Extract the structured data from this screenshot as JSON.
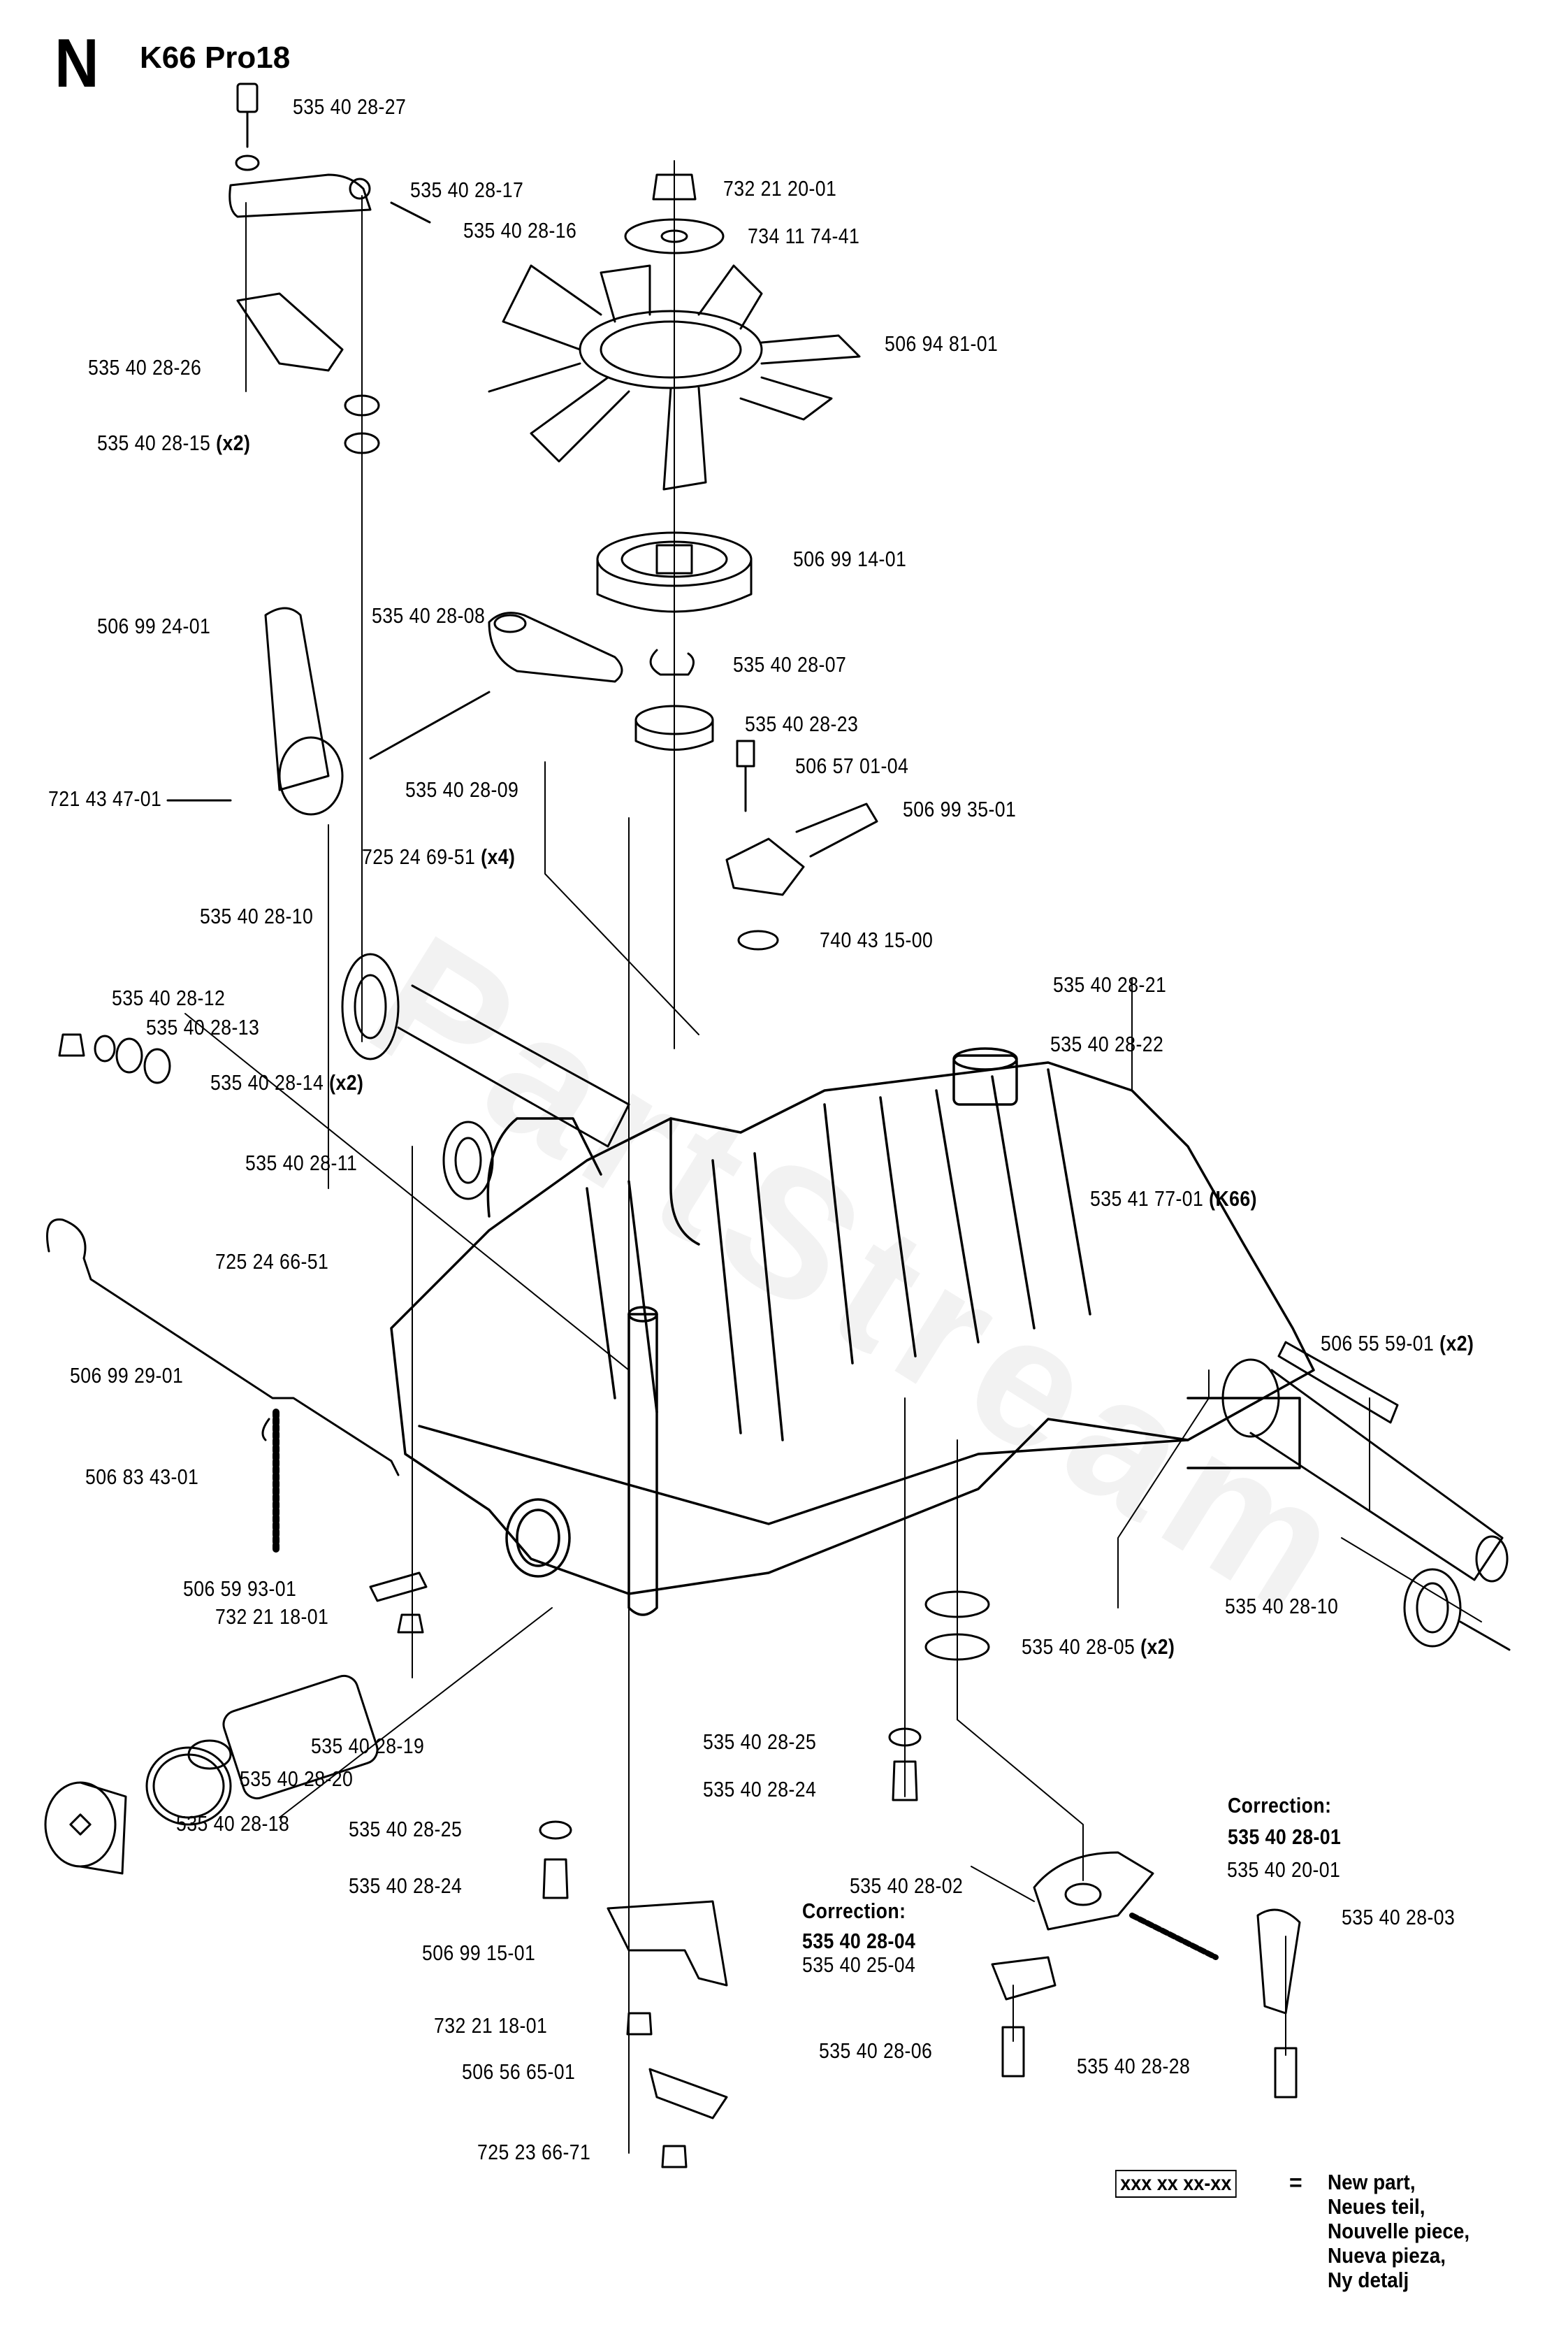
{
  "header": {
    "section_letter": "N",
    "model": "K66 Pro18"
  },
  "watermark": {
    "text": "PartStream",
    "color": "#f2f2f2"
  },
  "labels": [
    {
      "id": "p-27",
      "text": "535 40 28-27",
      "suffix": ""
    },
    {
      "id": "p-17",
      "text": "535 40 28-17",
      "suffix": ""
    },
    {
      "id": "p-16",
      "text": "535 40 28-16",
      "suffix": ""
    },
    {
      "id": "p-26",
      "text": "535 40 28-26",
      "suffix": ""
    },
    {
      "id": "p-15",
      "text": "535 40 28-15",
      "suffix": "(x2)"
    },
    {
      "id": "nut-top",
      "text": "732 21 20-01",
      "suffix": ""
    },
    {
      "id": "washer-top",
      "text": "734 11 74-41",
      "suffix": ""
    },
    {
      "id": "fan",
      "text": "506 94 81-01",
      "suffix": ""
    },
    {
      "id": "pulley",
      "text": "506 99 14-01",
      "suffix": ""
    },
    {
      "id": "p-08",
      "text": "535 40 28-08",
      "suffix": ""
    },
    {
      "id": "arm",
      "text": "506 99 24-01",
      "suffix": ""
    },
    {
      "id": "p-07",
      "text": "535 40 28-07",
      "suffix": ""
    },
    {
      "id": "p-23",
      "text": "535 40 28-23",
      "suffix": ""
    },
    {
      "id": "bolt-57",
      "text": "506 57 01-04",
      "suffix": ""
    },
    {
      "id": "p-09",
      "text": "535 40 28-09",
      "suffix": ""
    },
    {
      "id": "pin-721",
      "text": "721 43 47-01",
      "suffix": ""
    },
    {
      "id": "bracket-35",
      "text": "506 99 35-01",
      "suffix": ""
    },
    {
      "id": "bolt-69",
      "text": "725 24 69-51",
      "suffix": "(x4)"
    },
    {
      "id": "p-10a",
      "text": "535 40 28-10",
      "suffix": ""
    },
    {
      "id": "washer-740",
      "text": "740 43 15-00",
      "suffix": ""
    },
    {
      "id": "p-21",
      "text": "535 40 28-21",
      "suffix": ""
    },
    {
      "id": "p-12",
      "text": "535 40 28-12",
      "suffix": ""
    },
    {
      "id": "p-13",
      "text": "535 40 28-13",
      "suffix": ""
    },
    {
      "id": "p-22",
      "text": "535 40 28-22",
      "suffix": ""
    },
    {
      "id": "p-14",
      "text": "535 40 28-14",
      "suffix": "(x2)"
    },
    {
      "id": "housing",
      "text": "535 41 77-01",
      "suffix": "(K66)"
    },
    {
      "id": "p-11",
      "text": "535 40 28-11",
      "suffix": ""
    },
    {
      "id": "bolt-66",
      "text": "725 24 66-51",
      "suffix": ""
    },
    {
      "id": "key",
      "text": "506 55 59-01",
      "suffix": "(x2)"
    },
    {
      "id": "rod",
      "text": "506 99 29-01",
      "suffix": ""
    },
    {
      "id": "spring",
      "text": "506 83 43-01",
      "suffix": ""
    },
    {
      "id": "plate-59",
      "text": "506 59 93-01",
      "suffix": ""
    },
    {
      "id": "p-10b",
      "text": "535 40 28-10",
      "suffix": ""
    },
    {
      "id": "nut-18a",
      "text": "732 21 18-01",
      "suffix": ""
    },
    {
      "id": "p-05",
      "text": "535 40 28-05",
      "suffix": "(x2)"
    },
    {
      "id": "p-25r",
      "text": "535 40 28-25",
      "suffix": ""
    },
    {
      "id": "p-19",
      "text": "535 40 28-19",
      "suffix": ""
    },
    {
      "id": "p-20",
      "text": "535 40 28-20",
      "suffix": ""
    },
    {
      "id": "p-24r",
      "text": "535 40 28-24",
      "suffix": ""
    },
    {
      "id": "p-18",
      "text": "535 40 28-18",
      "suffix": ""
    },
    {
      "id": "p-25l",
      "text": "535 40 28-25",
      "suffix": ""
    },
    {
      "id": "spring-20",
      "text": "535 40 20-01",
      "suffix": ""
    },
    {
      "id": "p-24l",
      "text": "535 40 28-24",
      "suffix": ""
    },
    {
      "id": "p-02",
      "text": "535 40 28-02",
      "suffix": ""
    },
    {
      "id": "p-03",
      "text": "535 40 28-03",
      "suffix": ""
    },
    {
      "id": "bracket-15",
      "text": "506 99 15-01",
      "suffix": ""
    },
    {
      "id": "p-2504",
      "text": "535 40 25-04",
      "suffix": ""
    },
    {
      "id": "nut-18b",
      "text": "732 21 18-01",
      "suffix": ""
    },
    {
      "id": "p-06",
      "text": "535 40 28-06",
      "suffix": ""
    },
    {
      "id": "p-28",
      "text": "535 40 28-28",
      "suffix": ""
    },
    {
      "id": "clip-56",
      "text": "506 56 65-01",
      "suffix": ""
    },
    {
      "id": "bolt-23",
      "text": "725 23 66-71",
      "suffix": ""
    }
  ],
  "corrections": [
    {
      "id": "corr-01",
      "heading": "Correction:",
      "part": "535 40 28-01"
    },
    {
      "id": "corr-04",
      "heading": "Correction:",
      "part": "535 40 28-04"
    }
  ],
  "legend": {
    "placeholder": "xxx xx xx-xx",
    "equals": "=",
    "meanings": [
      "New part,",
      "Neues teil,",
      "Nouvelle piece,",
      "Nueva pieza,",
      "Ny detalj"
    ]
  }
}
